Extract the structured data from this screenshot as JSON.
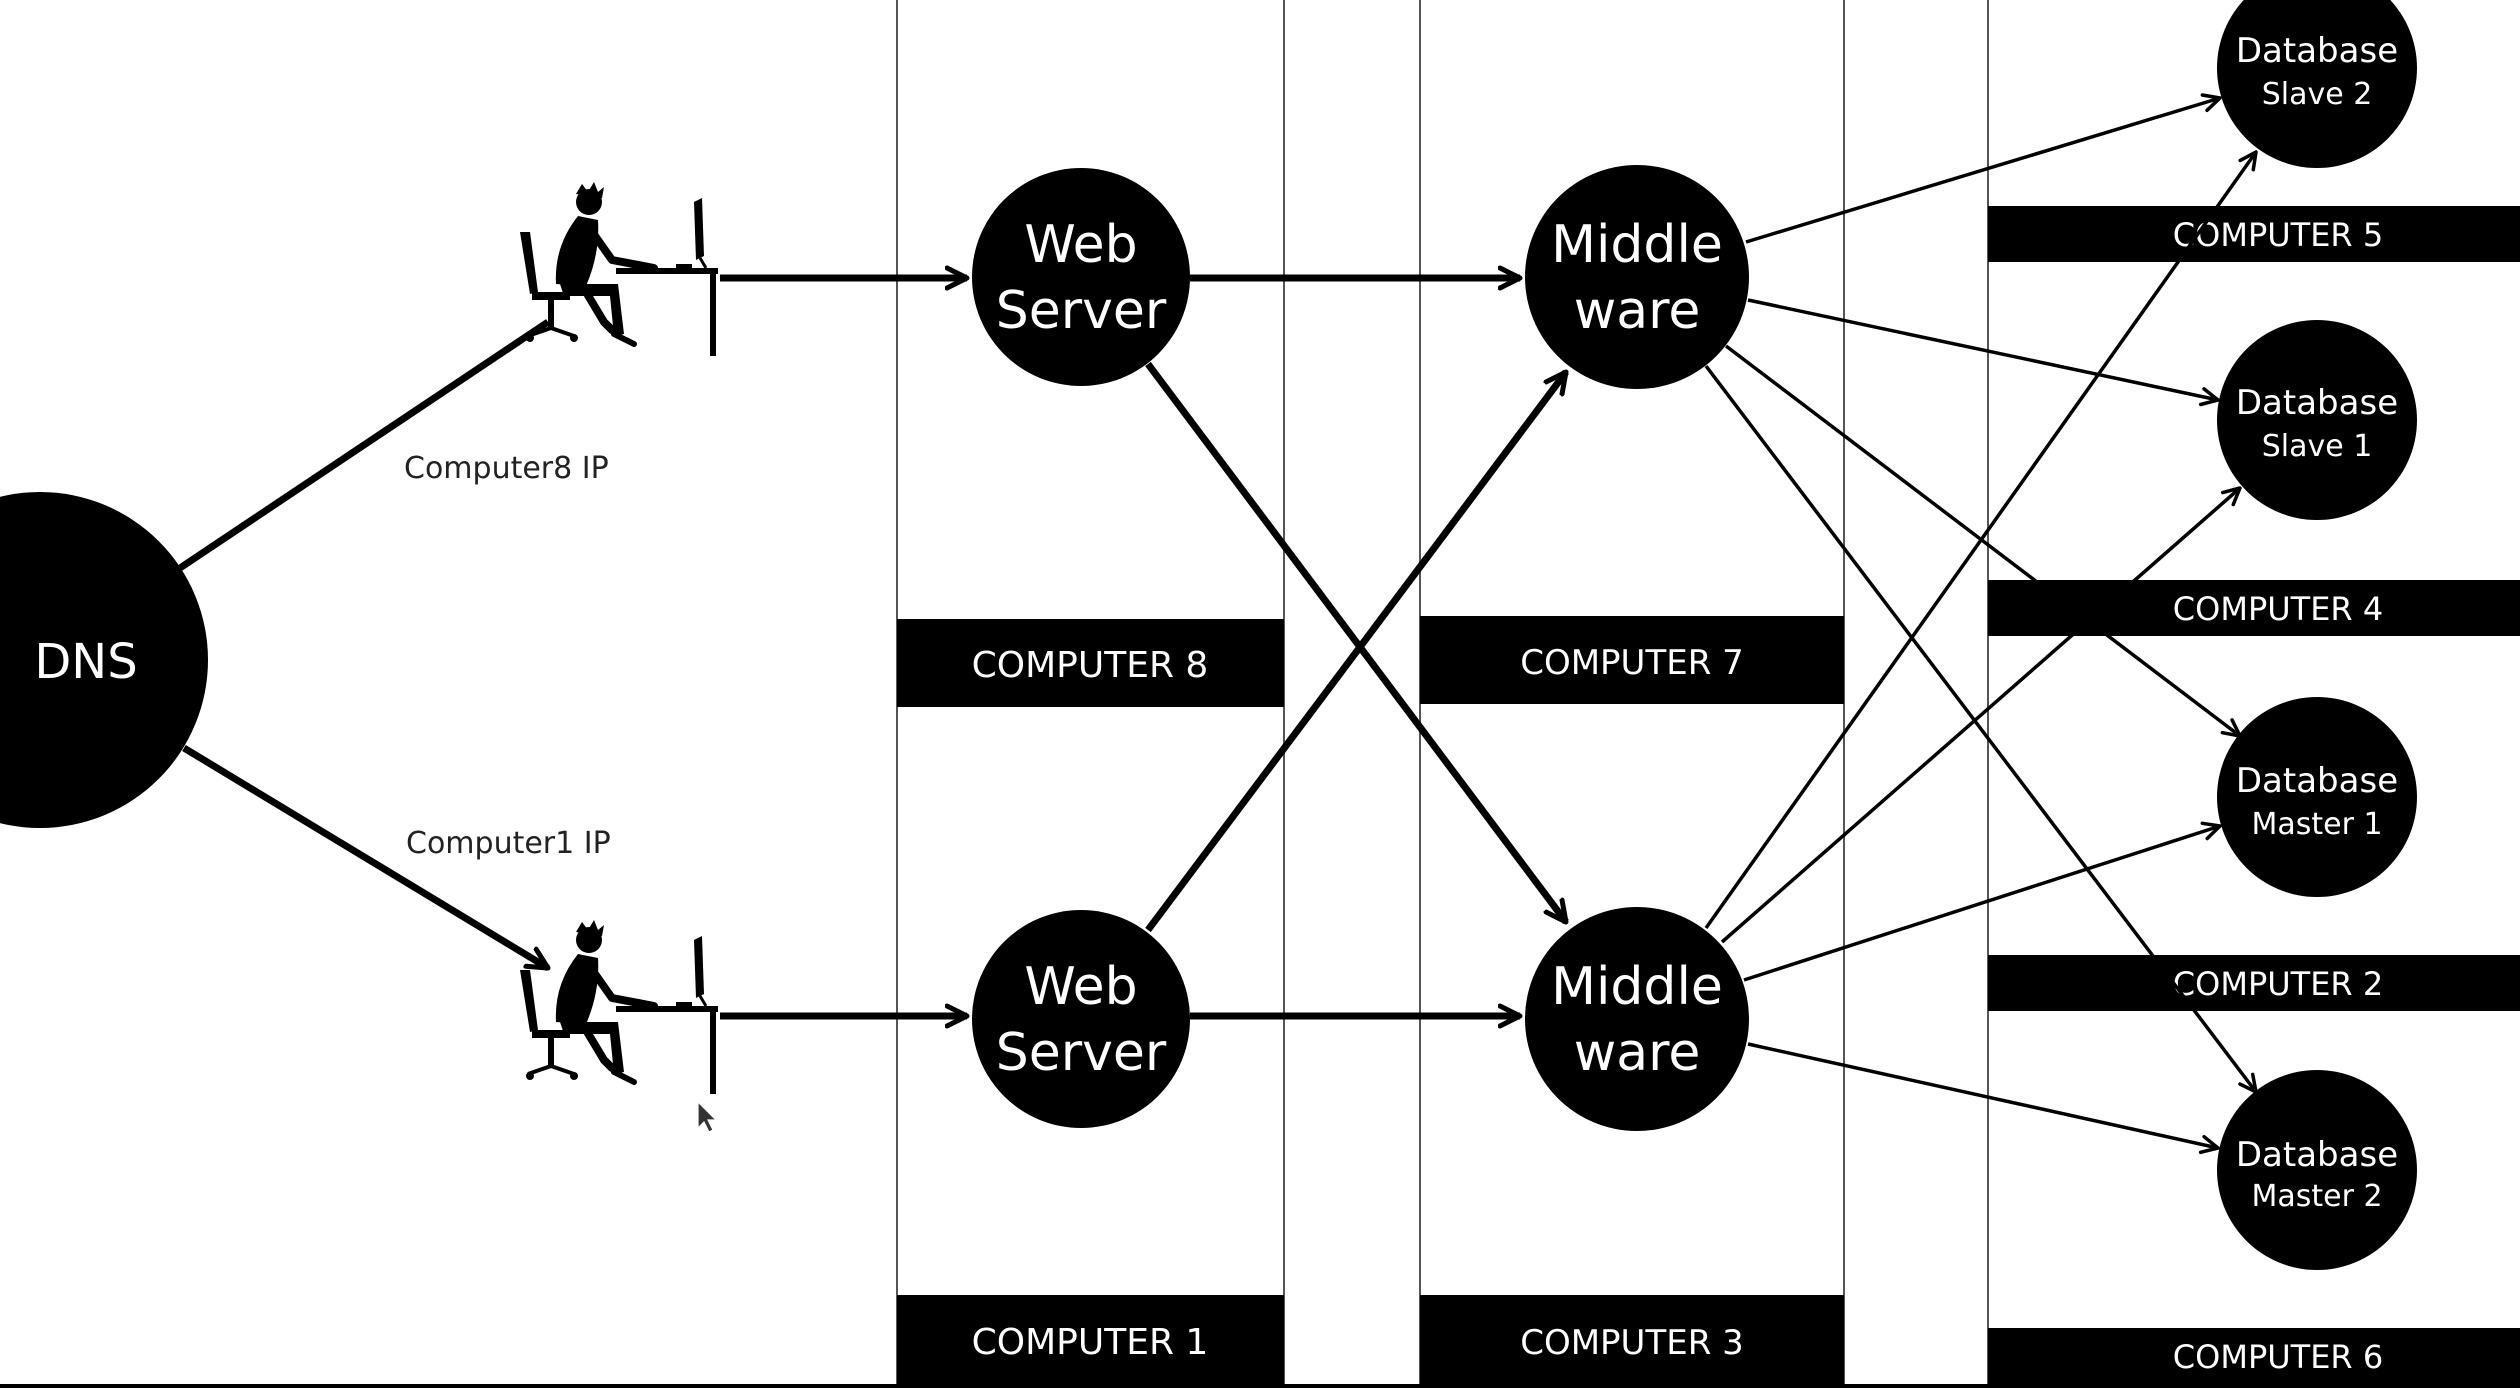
{
  "dns": {
    "label": "DNS"
  },
  "ip_labels": {
    "computer8": "Computer8 IP",
    "computer1": "Computer1 IP"
  },
  "nodes": {
    "web_server_top": [
      "Web",
      "Server"
    ],
    "web_server_bottom": [
      "Web",
      "Server"
    ],
    "middleware_top": [
      "Middle",
      "ware"
    ],
    "middleware_bottom": [
      "Middle",
      "ware"
    ],
    "db_slave_2": [
      "Database",
      "Slave 2"
    ],
    "db_slave_1": [
      "Database",
      "Slave 1"
    ],
    "db_master_1": [
      "Database",
      "Master 1"
    ],
    "db_master_2": [
      "Database",
      "Master 2"
    ]
  },
  "computer_labels": {
    "computer1": "COMPUTER 1",
    "computer2": "COMPUTER 2",
    "computer3": "COMPUTER 3",
    "computer4": "COMPUTER 4",
    "computer5": "COMPUTER 5",
    "computer6": "COMPUTER 6",
    "computer7": "COMPUTER 7",
    "computer8": "COMPUTER 8"
  },
  "icons": [
    "person-at-computer-icon",
    "person-at-computer-icon",
    "mouse-cursor-icon"
  ],
  "colors": {
    "fill": "#000000",
    "text": "#ffffff",
    "background": "#ffffff",
    "divider": "#555555"
  }
}
